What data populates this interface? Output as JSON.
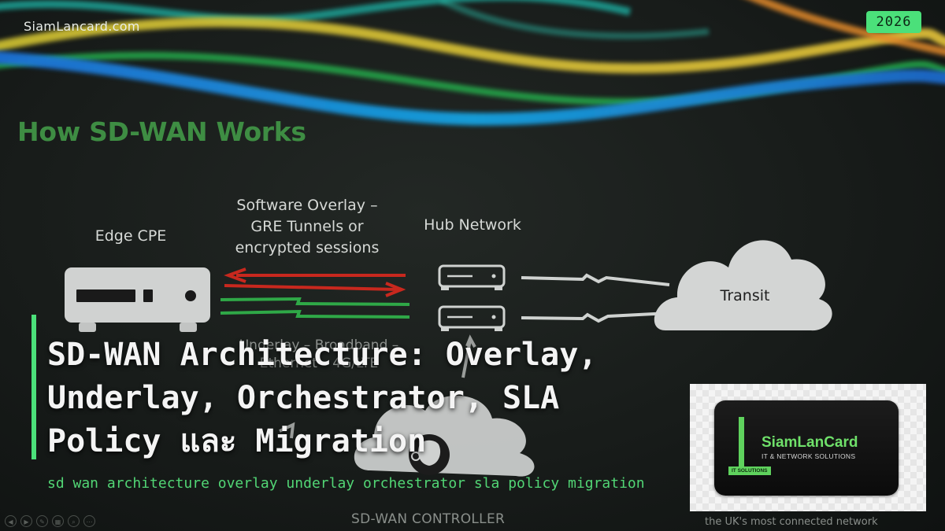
{
  "site": {
    "name": "SiamLancard.com",
    "year_badge": "2026"
  },
  "slide": {
    "title": "How SD-WAN Works",
    "labels": {
      "edge_cpe": "Edge CPE",
      "overlay_line1": "Software Overlay –",
      "overlay_line2": "GRE Tunnels or",
      "overlay_line3": "encrypted sessions",
      "hub_network": "Hub Network",
      "transit": "Transit",
      "underlay_line1": "Underlay – Broadband –",
      "underlay_line2": "Ethernet – 4G/LTE",
      "controller": "SD-WAN CONTROLLER",
      "network_caption": "the UK's most connected network"
    },
    "colors": {
      "overlay_arrows": "#c8281e",
      "underlay_arrows": "#2fa847",
      "title": "#3e8d43"
    }
  },
  "article": {
    "headline": "SD-WAN Architecture: Overlay, Underlay, Orchestrator, SLA Policy และ Migration",
    "slug": "sd wan architecture overlay underlay orchestrator sla policy migration",
    "accent_color": "#4be07a"
  },
  "logo": {
    "name": "SiamLanCard",
    "tagline": "IT & NETWORK SOLUTIONS",
    "chip": "IT SOLUTIONS"
  },
  "player_controls": [
    {
      "icon": "prev-icon",
      "glyph": "◀"
    },
    {
      "icon": "next-icon",
      "glyph": "▶"
    },
    {
      "icon": "pen-icon",
      "glyph": "✎"
    },
    {
      "icon": "slides-icon",
      "glyph": "▦"
    },
    {
      "icon": "zoom-icon",
      "glyph": "⌕"
    },
    {
      "icon": "more-icon",
      "glyph": "⋯"
    }
  ]
}
